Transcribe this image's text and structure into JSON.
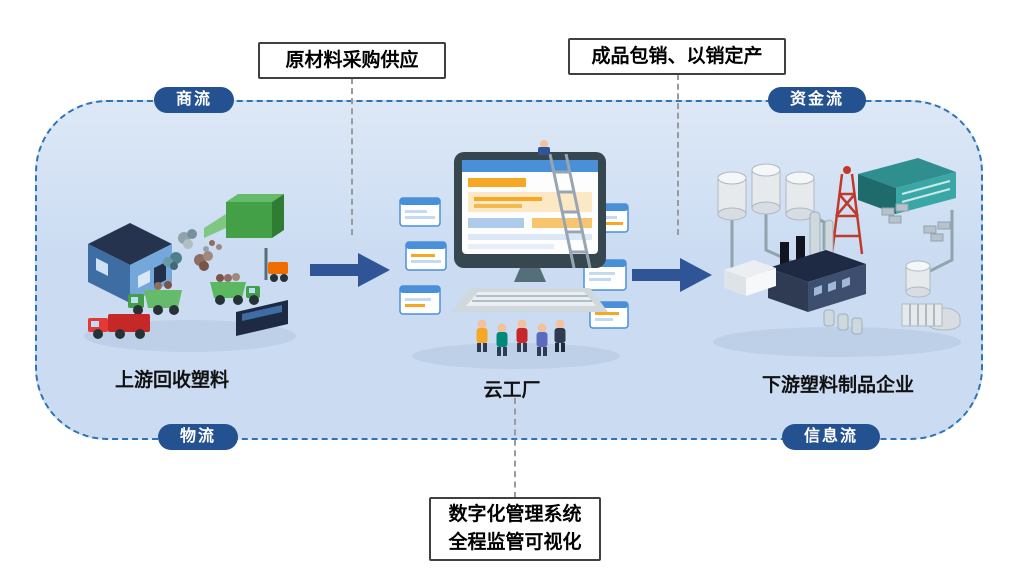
{
  "diagram": {
    "pills": {
      "top_left": "商流",
      "top_right": "资金流",
      "bottom_left": "物流",
      "bottom_right": "信息流"
    },
    "callouts": {
      "top_left": "原材料采购供应",
      "top_right": "成品包销、以销定产",
      "bottom": [
        "数字化管理系统",
        "全程监管可视化"
      ]
    },
    "nodes": [
      {
        "label": "上游回收塑料"
      },
      {
        "label": "云工厂"
      },
      {
        "label": "下游塑料制品企业"
      }
    ],
    "icons": {
      "left": "recycling-plant-illustration",
      "center": "cloud-factory-illustration",
      "right": "downstream-factory-illustration",
      "arrows": "flow-arrow-icon"
    },
    "colors": {
      "pill_bg": "#24518F",
      "dashed_border": "#2E74B5",
      "arrow": "#2F5597",
      "connector": "#9B9B9B",
      "callout_border": "#404040",
      "container_fill": "#CBDCF2"
    }
  }
}
